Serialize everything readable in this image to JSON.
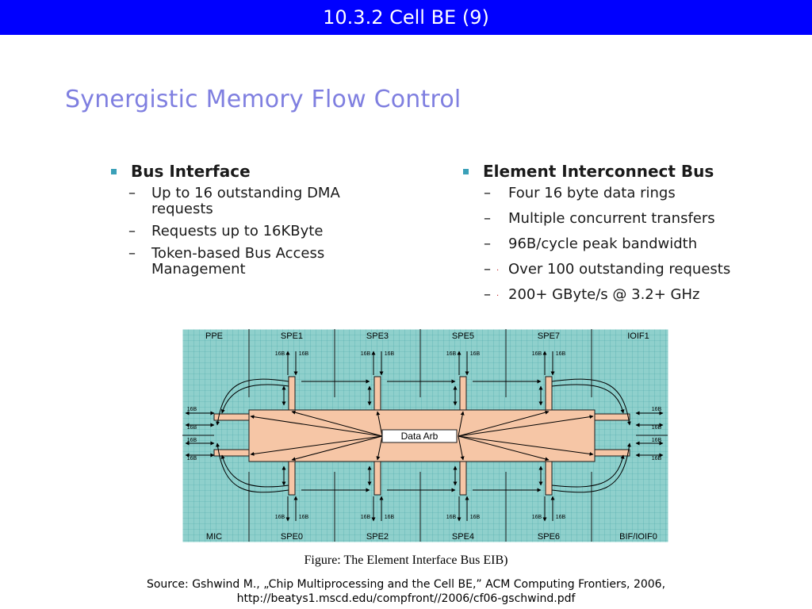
{
  "slide": {
    "title": "10.3.2 Cell BE (9)",
    "heading": "Synergistic Memory Flow Control",
    "colors": {
      "title_bar": "#0000ff",
      "heading": "#7f7fe0",
      "bullet": "#3aa0b8"
    }
  },
  "left_column": {
    "bullet": "Bus Interface",
    "items": [
      "Up to 16 outstanding DMA requests",
      "Requests up to 16KByte",
      "Token-based Bus Access Management"
    ]
  },
  "right_column": {
    "bullet": "Element Interconnect Bus",
    "items": [
      "Four 16 byte data rings",
      "Multiple concurrent transfers",
      "96B/cycle peak bandwidth",
      "Over 100 outstanding requests",
      "200+ GByte/s @ 3.2+ GHz"
    ]
  },
  "diagram": {
    "colors": {
      "background": "#8fd0cc",
      "grid": "#4aa8a8",
      "bus": "#f6c6a6",
      "border": "#1a1a1a"
    },
    "top_units": [
      "PPE",
      "SPE1",
      "SPE3",
      "SPE5",
      "SPE7",
      "IOIF1"
    ],
    "bottom_units": [
      "MIC",
      "SPE0",
      "SPE2",
      "SPE4",
      "SPE6",
      "BIF/IOIF0"
    ],
    "port_label": "16B",
    "arbiter_label": "Data Arb"
  },
  "caption": "Figure: The Element Interface Bus EIB)",
  "source": {
    "line1": "Source: Gshwind M., „Chip Multiprocessing and the Cell BE,” ACM Computing Frontiers, 2006,",
    "line2": "http://beatys1.mscd.edu/compfront//2006/cf06-gschwind.pdf"
  }
}
